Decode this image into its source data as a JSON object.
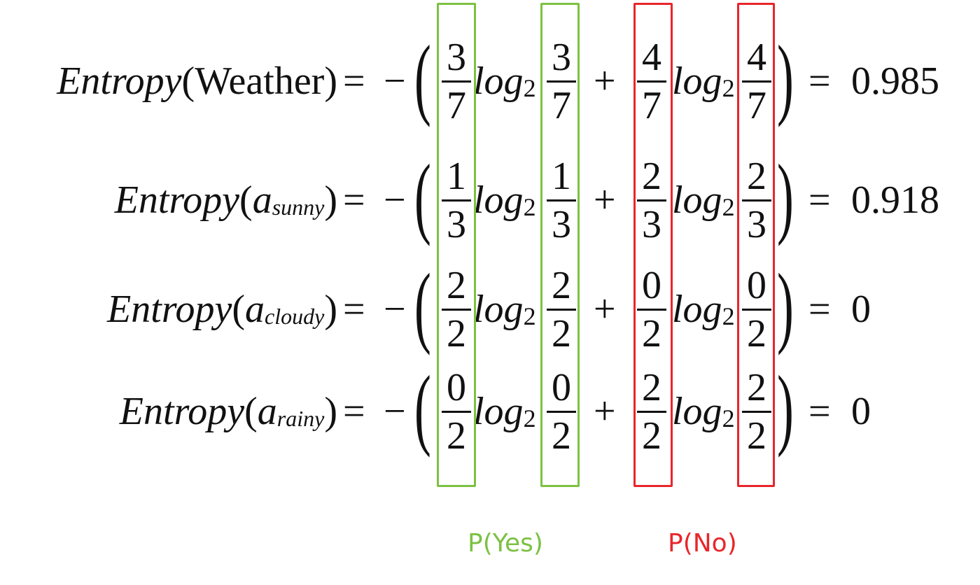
{
  "log_label": "log",
  "log_base": "2",
  "equals": "=",
  "minus": "−",
  "plus": "+",
  "open_paren": "(",
  "close_paren": ")",
  "rows": [
    {
      "fn": "Entropy",
      "arg": "Weather",
      "arg_sub": "",
      "p_yes_num": "3",
      "p_yes_den": "7",
      "p_no_num": "4",
      "p_no_den": "7",
      "result": "0.985"
    },
    {
      "fn": "Entropy",
      "arg": "a",
      "arg_sub": "sunny",
      "p_yes_num": "1",
      "p_yes_den": "3",
      "p_no_num": "2",
      "p_no_den": "3",
      "result": "0.918"
    },
    {
      "fn": "Entropy",
      "arg": "a",
      "arg_sub": "cloudy",
      "p_yes_num": "2",
      "p_yes_den": "2",
      "p_no_num": "0",
      "p_no_den": "2",
      "result": "0"
    },
    {
      "fn": "Entropy",
      "arg": "a",
      "arg_sub": "rainy",
      "p_yes_num": "0",
      "p_yes_den": "2",
      "p_no_num": "2",
      "p_no_den": "2",
      "result": "0"
    }
  ],
  "labels": {
    "p_yes": "P(Yes)",
    "p_no": "P(No)"
  },
  "colors": {
    "yes": "#7cc142",
    "no": "#e8262b",
    "text": "#111111"
  }
}
